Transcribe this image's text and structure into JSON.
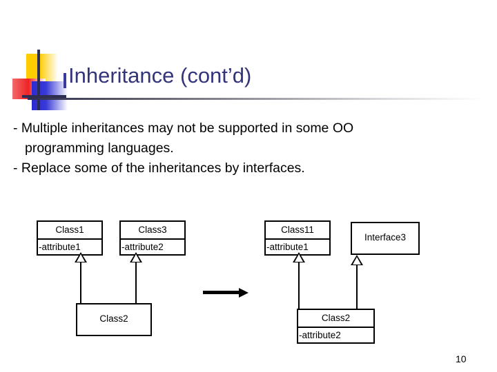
{
  "slide": {
    "title": "Inheritance (cont’d)",
    "page_number": "10",
    "title_color": "#34347B",
    "body_color": "#000000",
    "bullets": [
      {
        "text": "- Multiple inheritances may not be supported in some OO",
        "indented": false
      },
      {
        "text": "programming languages.",
        "indented": true
      },
      {
        "text": "- Replace some of the inheritances by interfaces.",
        "indented": false
      }
    ]
  },
  "logo": {
    "yellow": "#FFCC00",
    "red": "#EE2222",
    "blue": "#2B2BD4",
    "cross": "#2E2E52"
  },
  "diagram_left": {
    "boxes": [
      {
        "name": "Class1",
        "attribute": "-attribute1"
      },
      {
        "name": "Class3",
        "attribute": "-attribute2"
      },
      {
        "name": "Class2",
        "attribute": null
      }
    ]
  },
  "diagram_right": {
    "boxes": [
      {
        "name": "Class11",
        "attribute": "-attribute1"
      },
      {
        "name": "Interface3",
        "attribute": null
      },
      {
        "name": "Class2",
        "attribute": "-attribute2"
      }
    ]
  },
  "transform_arrow": {
    "icon": "right-arrow-icon"
  }
}
